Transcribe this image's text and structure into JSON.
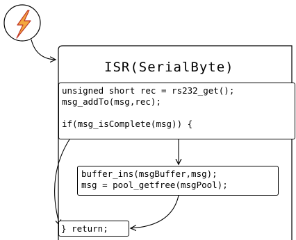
{
  "interrupt_icon": "lightning-bolt-icon",
  "colors": {
    "bolt_fill": "#f3a73f",
    "bolt_stroke": "#c0392b"
  },
  "title": "ISR(SerialByte)",
  "init_block": {
    "lines": [
      "unsigned short rec = rs232_get();",
      "msg_addTo(msg,rec);",
      "",
      "if(msg_isComplete(msg)) {"
    ]
  },
  "body_block": {
    "lines": [
      "buffer_ins(msgBuffer,msg);",
      "msg = pool_getfree(msgPool);"
    ]
  },
  "return_block": {
    "lines": [
      "} return;"
    ]
  }
}
